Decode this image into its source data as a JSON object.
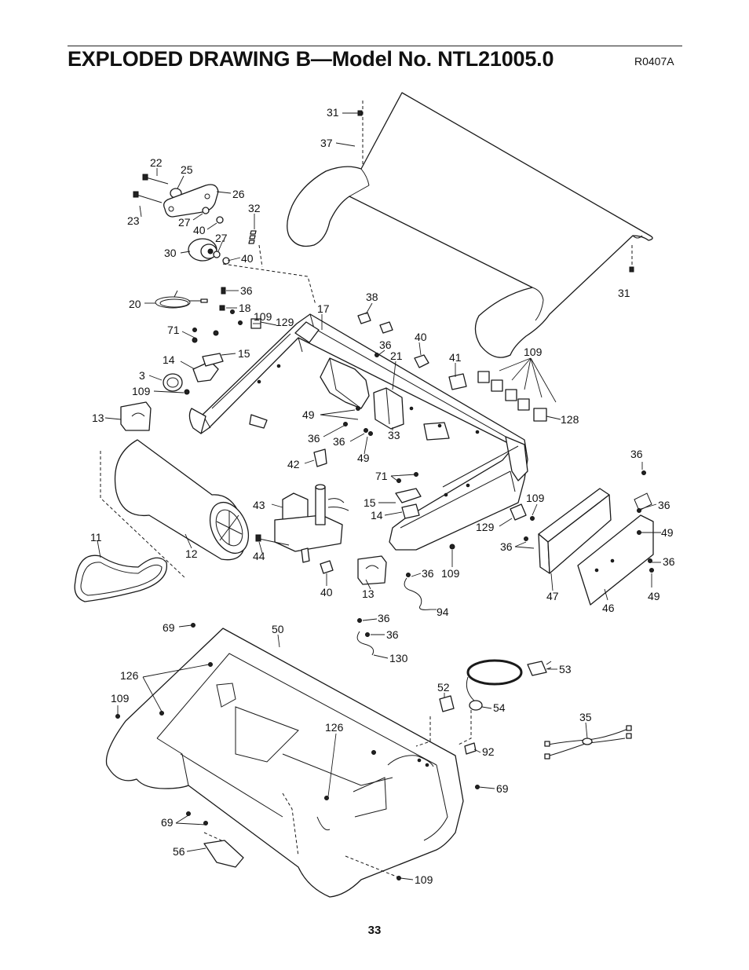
{
  "header": {
    "title": "EXPLODED DRAWING B—Model No. NTL21005.0",
    "drawing_code": "R0407A"
  },
  "footer": {
    "page_number": "33"
  },
  "callouts": {
    "c31a": "31",
    "c37": "37",
    "c22": "22",
    "c25": "25",
    "c26": "26",
    "c23": "23",
    "c27a": "27",
    "c40a": "40",
    "c32": "32",
    "c27b": "27",
    "c30": "30",
    "c40b": "40",
    "c31b": "31",
    "c36a": "36",
    "c20": "20",
    "c18": "18",
    "c17": "17",
    "c38": "38",
    "c109a": "109",
    "c129a": "129",
    "c71a": "71",
    "c15a": "15",
    "c36b": "36",
    "c40c": "40",
    "c21": "21",
    "c41": "41",
    "c109b": "109",
    "c14a": "14",
    "c3": "3",
    "c109c": "109",
    "c13a": "13",
    "c49a": "49",
    "c36c": "36",
    "c36d": "36",
    "c33": "33",
    "c49b": "49",
    "c128": "128",
    "c36e": "36",
    "c42": "42",
    "c71b": "71",
    "c109d": "109",
    "c43": "43",
    "c15b": "15",
    "c14b": "14",
    "c36f": "36",
    "c11": "11",
    "c129b": "129",
    "c49c": "49",
    "c12": "12",
    "c44": "44",
    "c36g": "36",
    "c36h": "36",
    "c13b": "13",
    "c36i": "36",
    "c109e": "109",
    "c47": "47",
    "c46": "46",
    "c49d": "49",
    "c40d": "40",
    "c94": "94",
    "c36j": "36",
    "c69a": "69",
    "c50": "50",
    "c36k": "36",
    "c130": "130",
    "c126a": "126",
    "c53": "53",
    "c52": "52",
    "c109f": "109",
    "c54": "54",
    "c35": "35",
    "c126b": "126",
    "c92": "92",
    "c69b": "69",
    "c69c": "69",
    "c56": "56",
    "c109g": "109"
  }
}
